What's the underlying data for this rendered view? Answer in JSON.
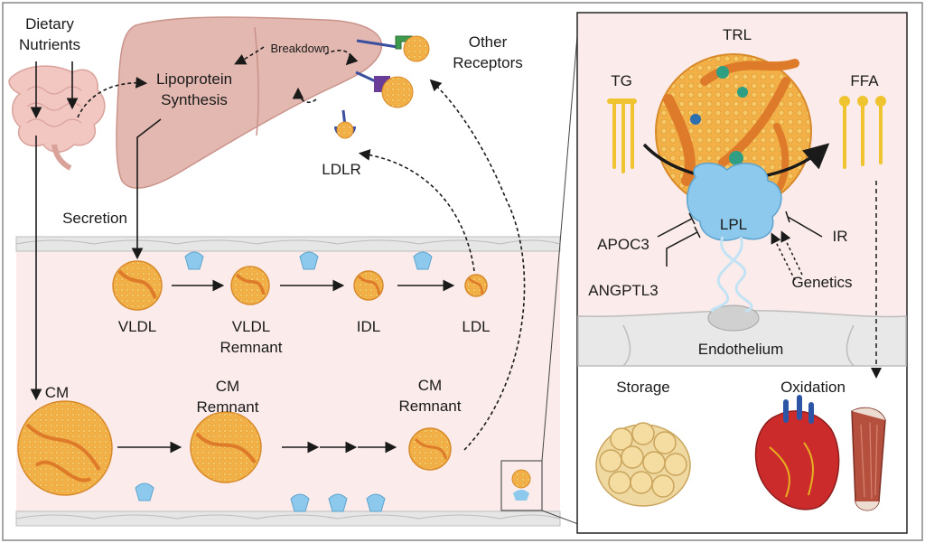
{
  "labels": {
    "dietary_nutrients": [
      "Dietary",
      "Nutrients"
    ],
    "breakdown": "Breakdown",
    "lipoprotein_synthesis": [
      "Lipoprotein",
      "Synthesis"
    ],
    "other_receptors": [
      "Other",
      "Receptors"
    ],
    "ldlr": "LDLR",
    "secretion": "Secretion",
    "vldl": "VLDL",
    "vldl_remnant": [
      "VLDL",
      "Remnant"
    ],
    "idl": "IDL",
    "ldl": "LDL",
    "cm": "CM",
    "cm_remnant_1": [
      "CM",
      "Remnant"
    ],
    "cm_remnant_2": [
      "CM",
      "Remnant"
    ]
  },
  "inset": {
    "trl": "TRL",
    "tg": "TG",
    "ffa": "FFA",
    "lpl": "LPL",
    "apoc3": "APOC3",
    "angptl3": "ANGPTL3",
    "ir": "IR",
    "genetics": "Genetics",
    "endothelium": "Endothelium",
    "storage": "Storage",
    "oxidation": "Oxidation"
  },
  "colors": {
    "particle_fill": "#f2b047",
    "particle_stroke": "#d8892a",
    "apob_band": "#de7b2a",
    "liver": "#e3b8b0",
    "gut": "#f2c7c2",
    "vessel_bg": "#fbeceb",
    "endothelial_cell": "#e8e8e8",
    "lpl_blue": "#8cc9ec",
    "receptor_green": "#3e9a4c",
    "receptor_purple": "#6a3e98",
    "receptor_blue": "#3a4f9e"
  },
  "icons": [
    "liver-icon",
    "intestine-icon",
    "lipoprotein-particle-icon",
    "lpl-enzyme-icon",
    "receptor-icon",
    "adipose-tissue-icon",
    "heart-icon",
    "muscle-icon"
  ]
}
